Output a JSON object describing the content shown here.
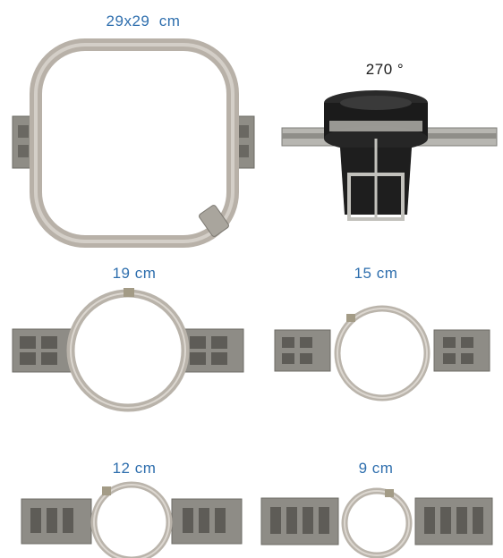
{
  "colors": {
    "label_blue": "#2f6fae",
    "label_dark": "#1a1a1a",
    "hoop_plastic": "#bdb6ad",
    "bracket_metal": "#9a9890",
    "cap_hoop_body": "#1b1b1b"
  },
  "items": [
    {
      "label": "29x29  cm",
      "icon": "square-hoop-icon"
    },
    {
      "label": "270 °",
      "icon": "cap-hoop-icon"
    },
    {
      "label": "19 cm",
      "icon": "round-hoop-icon"
    },
    {
      "label": "15 cm",
      "icon": "round-hoop-icon"
    },
    {
      "label": "12 cm",
      "icon": "round-hoop-icon"
    },
    {
      "label": "9 cm",
      "icon": "round-hoop-icon"
    }
  ]
}
